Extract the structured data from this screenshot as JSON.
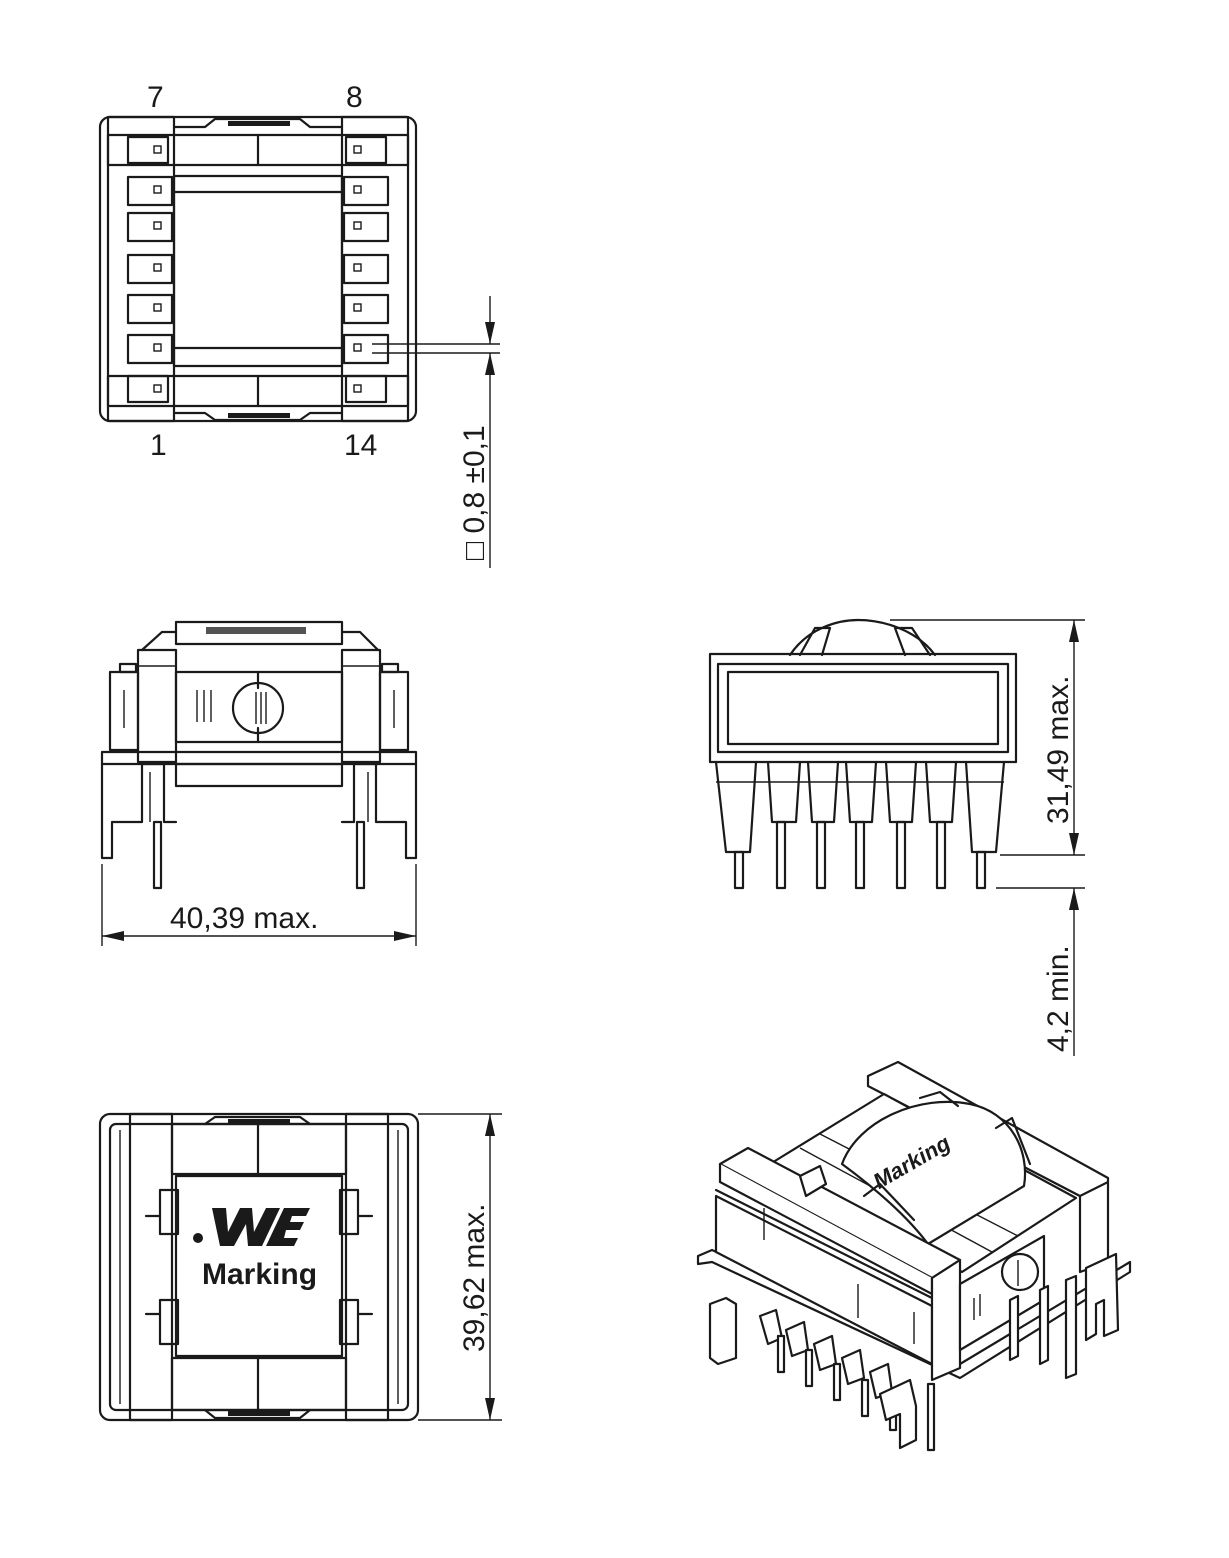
{
  "pin_labels": {
    "top_left": "7",
    "top_right": "8",
    "bottom_left": "1",
    "bottom_right": "14"
  },
  "dimensions": {
    "pin_square": "□ 0,8 ±0,1",
    "width": "40,39  max.",
    "height": "31,49  max.",
    "pin_length": "4,2  min.",
    "depth": "39,62  max."
  },
  "marking": {
    "label": "Marking",
    "logo": "WE",
    "logo_icon": "we-logo-icon"
  },
  "colors": {
    "line": "#1a1a1a",
    "background": "#ffffff"
  }
}
